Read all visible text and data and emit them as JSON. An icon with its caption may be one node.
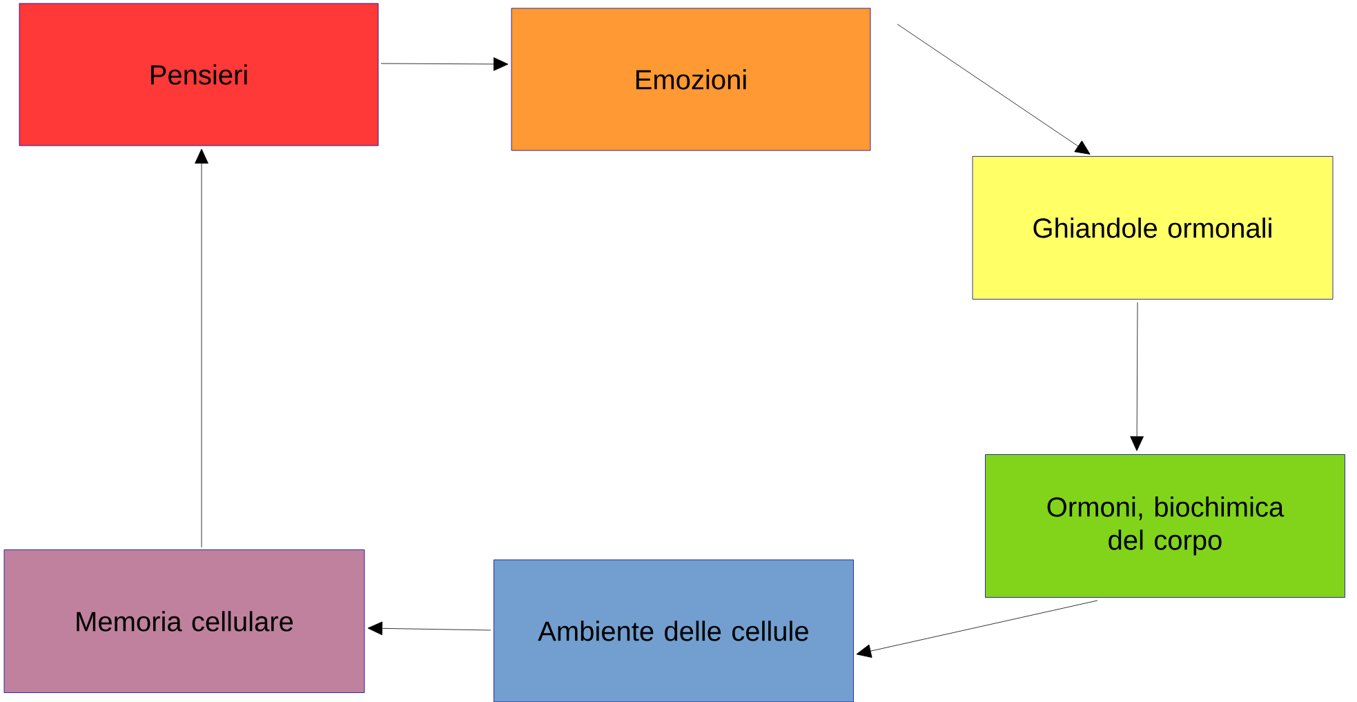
{
  "diagram": {
    "nodes": [
      {
        "text": [
          "Pensieri"
        ]
      },
      {
        "text": [
          "Emozioni"
        ]
      },
      {
        "text": [
          "Ghiandole ormonali"
        ]
      },
      {
        "text": [
          "Ormoni, biochimica del corpo"
        ]
      },
      {
        "text": [
          "Ambiente delle cellule"
        ]
      },
      {
        "text": [
          "Memoria cellulare"
        ]
      }
    ],
    "edges": [
      {
        "from": 0,
        "to": 1,
        "arrow": "to"
      },
      {
        "from": 1,
        "to": 2,
        "arrow": "to"
      },
      {
        "from": 2,
        "to": 3,
        "arrow": "to"
      },
      {
        "from": 3,
        "to": 4,
        "arrow": "to"
      },
      {
        "from": 4,
        "to": 5,
        "arrow": "to"
      },
      {
        "from": 5,
        "to": 0,
        "arrow": "to"
      }
    ]
  }
}
